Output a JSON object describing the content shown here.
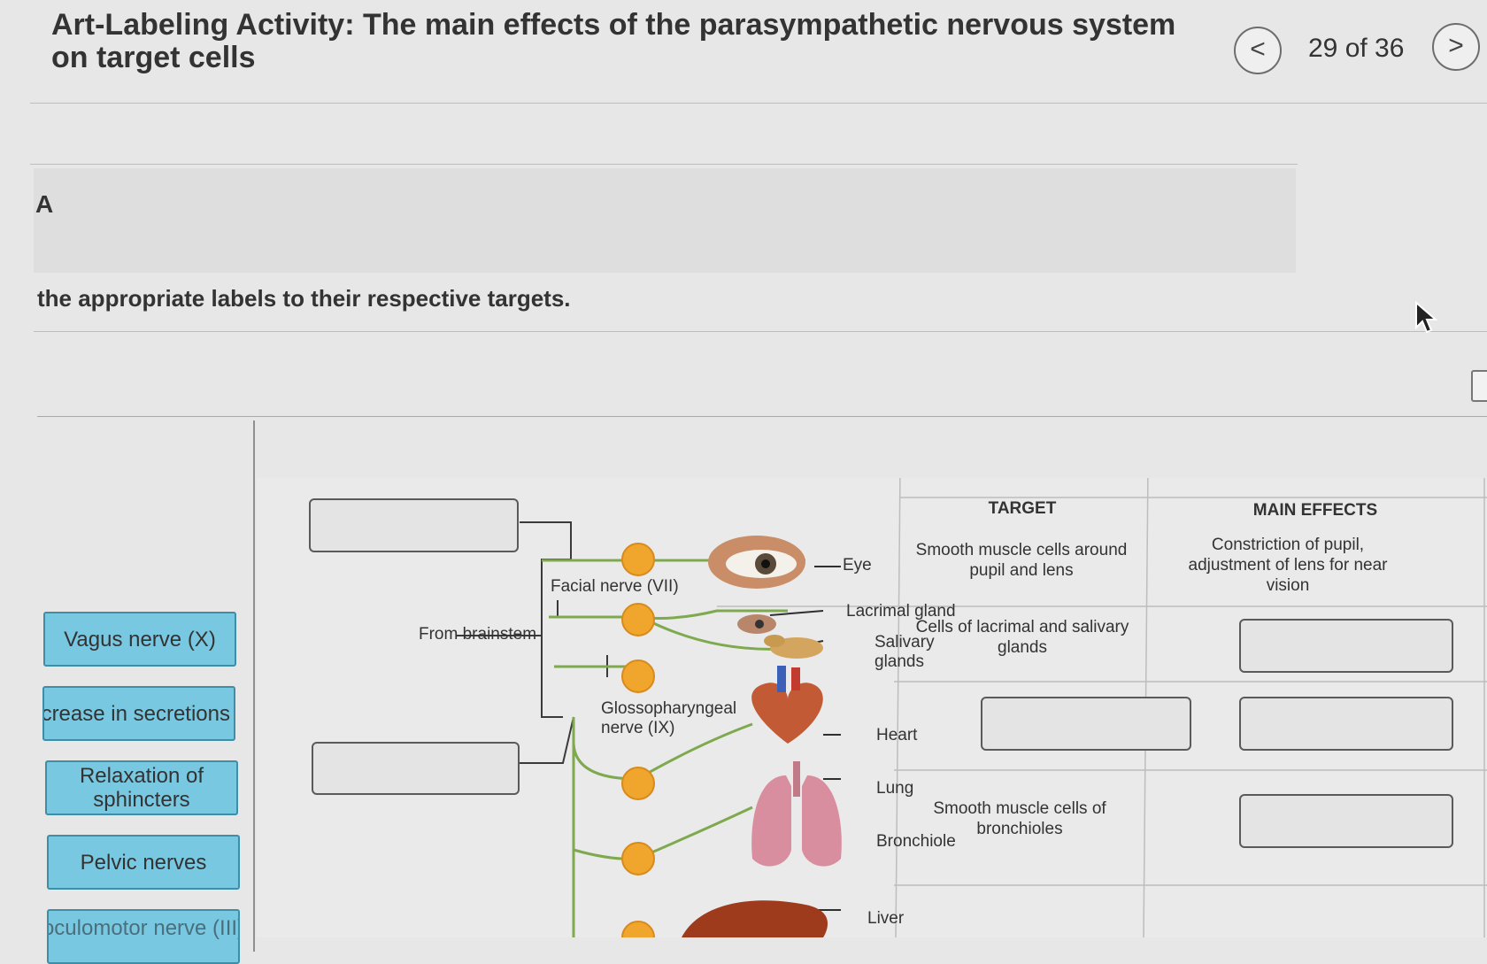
{
  "header": {
    "title": "Art-Labeling Activity: The main effects of the parasympathetic nervous system on target cells",
    "prev_icon": "chevron-left-icon",
    "next_icon": "chevron-right-icon",
    "prev_glyph": "<",
    "next_glyph": ">",
    "counter": "29 of 36"
  },
  "part": {
    "letter": "A"
  },
  "instructions": "the appropriate labels to their respective targets.",
  "label_bank": {
    "items": [
      {
        "label": "Vagus nerve (X)"
      },
      {
        "label": "icrease in secretions"
      },
      {
        "label": "Relaxation of sphincters"
      },
      {
        "label": "Pelvic nerves"
      },
      {
        "label": "oculomotor nerve (III)"
      }
    ]
  },
  "diagram": {
    "from_brainstem": "From brainstem",
    "facial_nerve": "Facial nerve (VII)",
    "glossopharyngeal_nerve": "Glossopharyngeal nerve (IX)",
    "organs": {
      "eye": "Eye",
      "lacrimal_gland": "Lacrimal gland",
      "salivary_glands": "Salivary glands",
      "heart": "Heart",
      "lung": "Lung",
      "bronchiole": "Bronchiole",
      "liver": "Liver"
    },
    "table": {
      "target_header": "TARGET",
      "effects_header": "MAIN EFFECTS",
      "rows": [
        {
          "target": "Smooth muscle cells around pupil and lens",
          "effect": "Constriction of pupil, adjustment of lens for near vision"
        },
        {
          "target": "Cells of lacrimal and salivary glands",
          "effect": ""
        },
        {
          "target": "",
          "effect": ""
        },
        {
          "target": "Smooth muscle cells of bronchioles",
          "effect": ""
        }
      ]
    },
    "colors": {
      "nerve_green": "#7ea94e",
      "ganglion_orange": "#f0a52c",
      "chip_blue": "#79c8e2"
    }
  }
}
